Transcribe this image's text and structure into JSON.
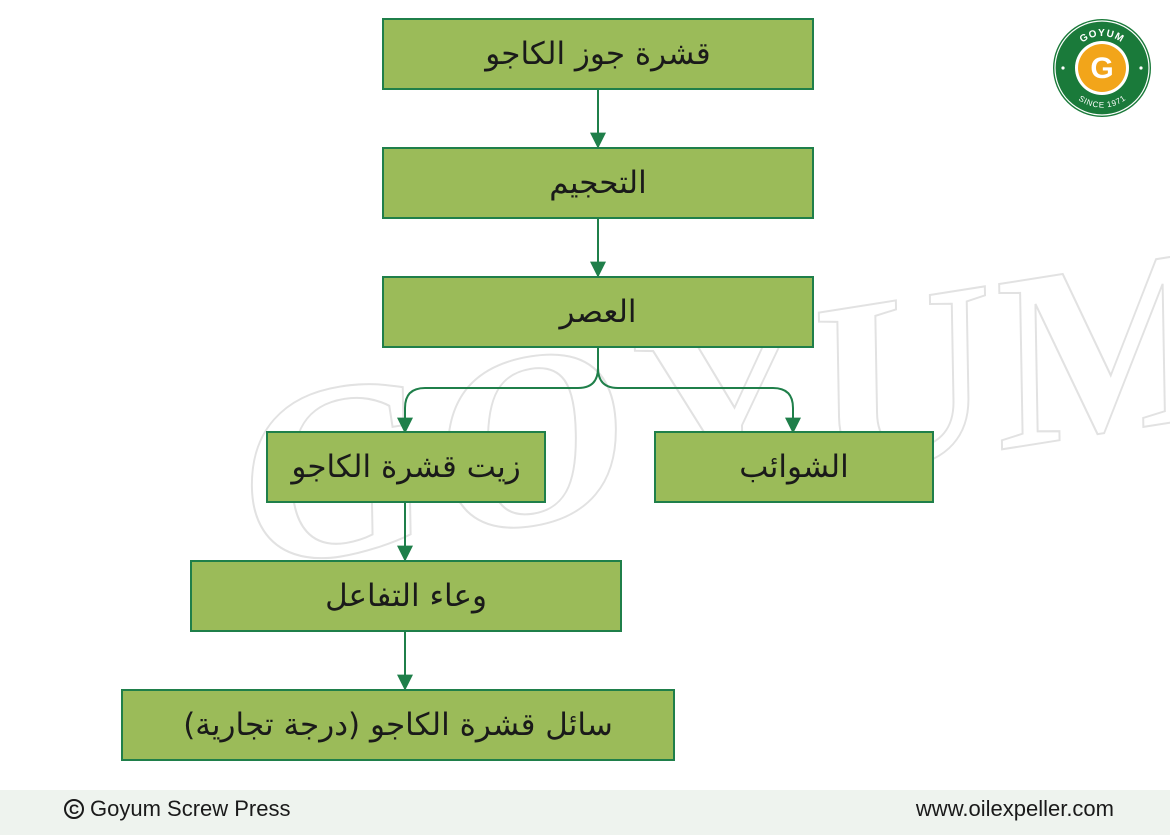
{
  "watermark": "GOYUM",
  "logo": {
    "ring_top": "GOYUM",
    "letter": "G",
    "ring_bottom": "SINCE 1971"
  },
  "flow": {
    "step1": "قشرة جوز الكاجو",
    "step2": "التحجيم",
    "step3": "العصر",
    "branch_left": "زيت قشرة الكاجو",
    "branch_right": "الشوائب",
    "step5": "وعاء التفاعل",
    "step6": "سائل قشرة الكاجو (درجة تجارية)"
  },
  "footer": {
    "copyright_symbol": "C",
    "company": "Goyum Screw Press",
    "website": "www.oilexpeller.com"
  },
  "colors": {
    "box_fill": "#9bbb59",
    "box_border": "#1f7f4a",
    "arrow": "#1f7f4a",
    "footer_bg": "#eef3ee"
  }
}
